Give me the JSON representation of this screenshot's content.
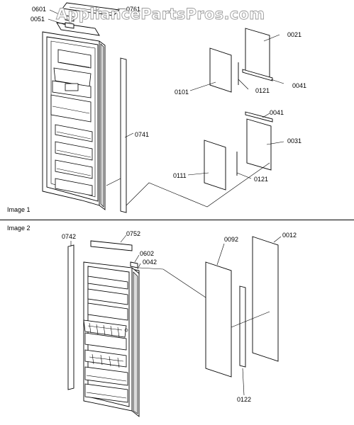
{
  "watermark": "AppliancePartsPros.com",
  "sections": [
    {
      "title": "Image 1",
      "callouts": [
        "0601",
        "0761",
        "0051",
        "0021",
        "0101",
        "0121",
        "0041",
        "0741",
        "0041",
        "0031",
        "0111",
        "0121"
      ]
    },
    {
      "title": "Image 2",
      "callouts": [
        "0742",
        "0752",
        "0602",
        "0042",
        "0092",
        "0012",
        "0122"
      ]
    }
  ]
}
